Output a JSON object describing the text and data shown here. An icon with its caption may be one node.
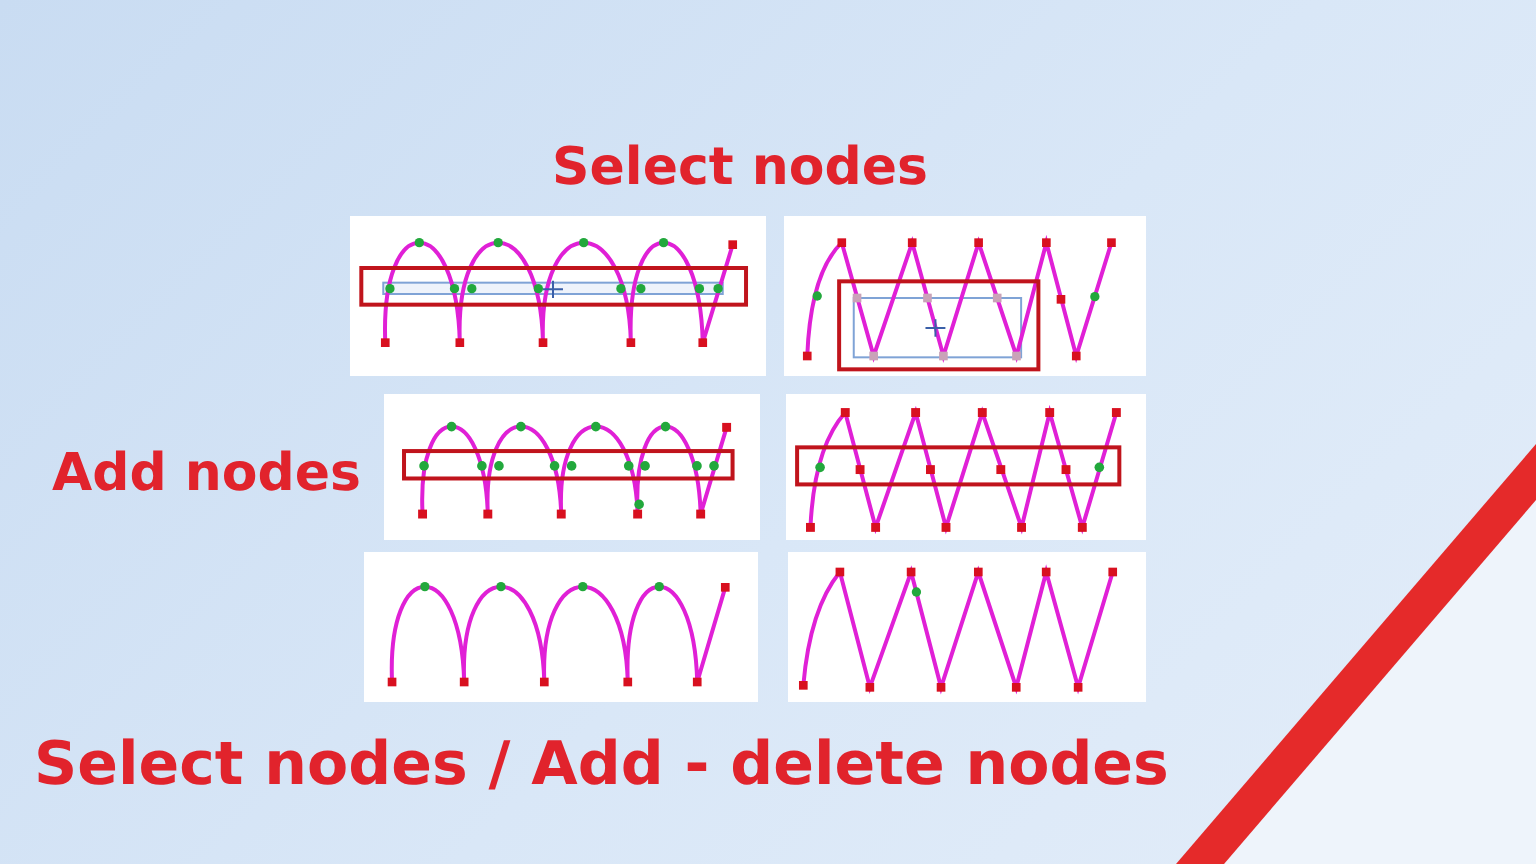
{
  "diagram": {
    "title": "Select nodes / Add - delete nodes",
    "labels": [
      "Select nodes",
      "Add nodes"
    ]
  }
}
